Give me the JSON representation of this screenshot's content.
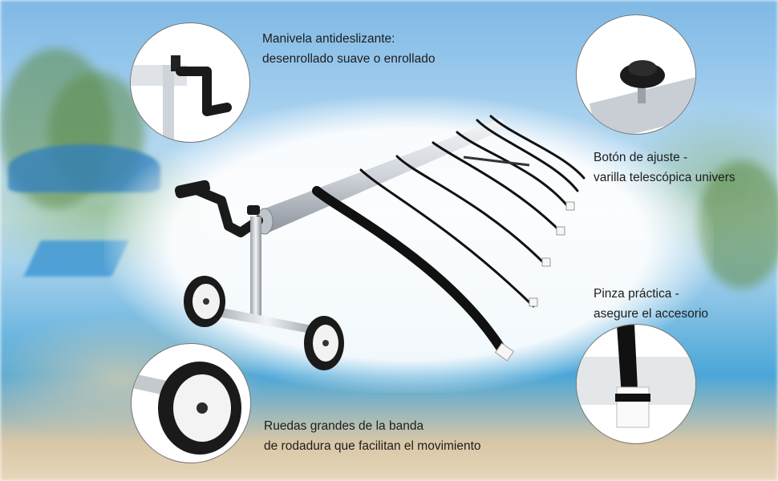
{
  "captions": {
    "crank_line1": "Manivela antideslizante:",
    "crank_line2": "desenrollado suave o enrollado",
    "knob_line1": "Botón de ajuste -",
    "knob_line2": "varilla telescópica univers",
    "clip_line1": "Pinza práctica -",
    "clip_line2": "asegure el accesorio",
    "wheel_line1": "Ruedas grandes de la banda",
    "wheel_line2": "de rodadura que facilitan el movimiento"
  },
  "colors": {
    "sky": "#7fb9e6",
    "pool_water": "#4aa6d8",
    "tube_metal": "#d7dbe0",
    "strap": "#111111",
    "caption_text": "#1d1d1d",
    "circle_border": "#777777"
  }
}
